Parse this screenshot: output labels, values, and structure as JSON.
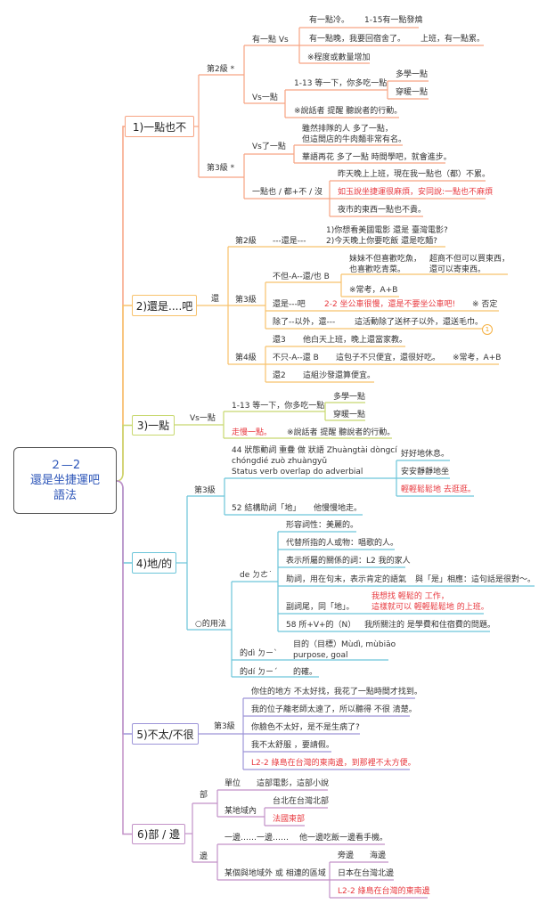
{
  "root": {
    "lines": [
      "２—2",
      "還是坐捷運吧",
      "語法"
    ]
  },
  "branches": [
    {
      "label": "1)一點也不",
      "color": "#f7a483",
      "items": [
        "第2級 *",
        "第3級 *",
        "有一點 Vs",
        "Vs一點",
        "有一點冷。",
        "1-15有一點發燒",
        "有一點晚，我要回宿舍了。",
        "上班，有一點累。",
        "※程度或數量增加",
        "1-13 等一下，你多吃一點",
        "多學一點",
        "穿暖一點",
        "※說話者 提醒 聽說者的行動。",
        "Vs了一點",
        "一點也 / 都+不 / 沒",
        "雖然排隊的人 多了一點，",
        "但這間店的牛肉麵非常有名。",
        "華語再花 多了一點 時間學吧，就會進步。",
        "昨天晚上上班，現在我一點也（都）不累。",
        "如玉說坐捷運很麻煩，安同說:一點也不麻煩",
        "夜市的東西一點也不貴。"
      ]
    },
    {
      "label": "2)還是....吧",
      "color": "#f8c26c",
      "items": [
        "還",
        "第2級",
        "---還是---",
        "1)你想看美國電影 還是 臺灣電影?",
        "2)今天晚上你要吃飯 還是吃麵?",
        "第3級",
        "不但-A--還/也 B",
        "妹妹不但喜歡吃魚，",
        "也喜歡吃青菜。",
        "超商不但可以買東西，",
        "還可以寄東西。",
        "※常考，A+B",
        "還是---吧",
        "2-2 坐公車很慢，還是不要坐公車吧!",
        "※ 否定",
        "除了--以外，還---",
        "這活動除了送杯子以外，還送毛巾。",
        "第4級",
        "還3",
        "他白天上班，晚上還當家教。",
        "不只-A--還 B",
        "這包子不只便宜，還很好吃。",
        "※常考，A+B",
        "還2",
        "這組沙發還算便宜。",
        "1"
      ]
    },
    {
      "label": "3)一點",
      "color": "#c8d86f",
      "items": [
        "Vs一點",
        "1-13 等一下，你多吃一點",
        "多學一點",
        "穿暖一點",
        "走慢一點。",
        "※說話者 提醒 聽說者的行動。"
      ]
    },
    {
      "label": "4)地/的",
      "color": "#6cc5d9",
      "items": [
        "第3級",
        "44 狀態動詞 重疊 做 狀語 Zhuàngtài dòngcí",
        "chóngdié zuò zhuàngyǔ",
        "Status verb overlap do adverbial",
        "好好地休息。",
        "安安靜靜地坐",
        "輕輕鬆鬆地 去逛逛。",
        "52 結構助詞「地」",
        "他慢慢地走。",
        "○的用法",
        "de ㄉㄜ˙",
        "形容詞性：美麗的。",
        "代替所指的人或物：唱歌的人。",
        "表示所屬的關係的詞：L2 我的家人",
        "助詞，用在句末，表示肯定的語氣",
        "與「是」相應：這句話是很對～。",
        "副詞尾，同「地」。",
        "我想找 輕鬆的 工作，",
        "這樣就可以 輕輕鬆鬆地 的上班。",
        "58 所+V+的（N）",
        "我所關注的 是學費和住宿費的問題。",
        "的dì ㄉㄧˋ",
        "目的（目標）Mùdì, mùbiāo",
        "purpose, goal",
        "的dí ㄉㄧˊ",
        "的確。"
      ]
    },
    {
      "label": "5)不太/不很",
      "color": "#9d95d8",
      "items": [
        "第3級",
        "你住的地方 不太好找，我花了一點時間才找到。",
        "我的位子離老師太遠了，所以聽得 不很 清楚。",
        "你臉色不太好，是不是生病了?",
        "我不太舒服 ，要請假。",
        "L2-2 綠島在台灣的東南邊，到那裡不太方便。"
      ]
    },
    {
      "label": "6)部 / 邊",
      "color": "#c291c7",
      "items": [
        "部",
        "邊",
        "單位",
        "這部電影，這部小說",
        "某地域內",
        "台北在台灣北部",
        "法國東部",
        "一邊……一邊……",
        "他一邊吃飯一邊看手機。",
        "某個與地域外 或 相連的區域",
        "旁邊",
        "海邊",
        "日本在台灣北邊",
        "L2-2 綠島在台灣的東南邊"
      ]
    }
  ]
}
